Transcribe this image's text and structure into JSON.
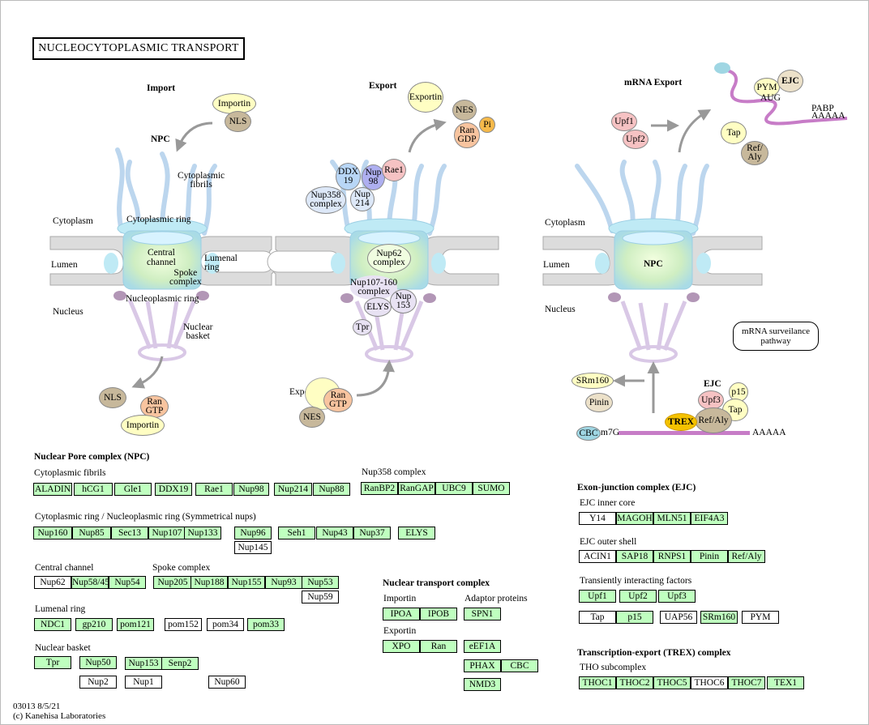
{
  "title": "NUCLEOCYTOPLASMIC TRANSPORT",
  "diagram": {
    "import": {
      "header": "Import",
      "npc": "NPC",
      "cytoplasmic_fibrils": "Cytoplasmic\nfibrils",
      "cytoplasm": "Cytoplasm",
      "cytoplasmic_ring": "Cytoplasmic ring",
      "lumen": "Lumen",
      "central_channel": "Central\nchannel",
      "lumenal_ring": "Lumenal\nring",
      "spoke_complex": "Spoke\ncomplex",
      "nucleoplasmic_ring": "Nucleoplasmic ring",
      "nucleus": "Nucleus",
      "nuclear_basket": "Nuclear\nbasket",
      "importin_top": "Importin",
      "nls_top": "NLS",
      "nls_bottom": "NLS",
      "ran_gtp_bottom": "Ran\nGTP",
      "importin_bottom": "Importin"
    },
    "export": {
      "header": "Export",
      "exportin_top": "Exportin",
      "nes_top": "NES",
      "ran_gdp": "Ran\nGDP",
      "pi": "Pi",
      "ddx19": "DDX\n19",
      "nup98": "Nup\n98",
      "rae1": "Rae1",
      "nup358": "Nup358\ncomplex",
      "nup214": "Nup\n214",
      "nup62": "Nup62\ncomplex",
      "nup107": "Nup107-160\ncomplex",
      "elys": "ELYS",
      "nup153": "Nup\n153",
      "tpr": "Tpr",
      "exportin_bottom": "Exportin",
      "ran_gtp": "Ran\nGTP",
      "nes_bottom": "NES"
    },
    "mrna": {
      "header": "mRNA Export",
      "upf1": "Upf1",
      "upf2": "Upf2",
      "pym": "PYM",
      "ejc_top": "EJC",
      "aug": "AUG",
      "pabp": "PABP",
      "aaaaa_top": "AAAAA",
      "tap_top": "Tap",
      "ref_aly_top": "Ref/\nAly",
      "cytoplasm": "Cytoplasm",
      "lumen": "Lumen",
      "npc": "NPC",
      "nucleus": "Nucleus",
      "surveillance": "mRNA surveilance\npathway",
      "srm160": "SRm160",
      "pinin": "Pinin",
      "ejc_bottom": "EJC",
      "upf3": "Upf3",
      "p15": "p15",
      "tap_bottom": "Tap",
      "trex": "TREX",
      "ref_aly_bottom": "Ref/Aly",
      "cbc": "CBC",
      "m7g": "m7G",
      "aaaaa_bottom": "AAAAA"
    }
  },
  "npc_section": {
    "title": "Nuclear Pore complex (NPC)",
    "cytoplasmic_fibrils": {
      "label": "Cytoplasmic fibrils",
      "genes": [
        "ALADIN",
        "hCG1",
        "Gle1",
        "DDX19",
        "Rae1",
        "Nup98",
        "Nup214",
        "Nup88"
      ]
    },
    "nup358_complex": {
      "label": "Nup358 complex",
      "genes": [
        "RanBP2",
        "RanGAP",
        "UBC9",
        "SUMO"
      ]
    },
    "rings": {
      "label": "Cytoplasmic ring / Nucleoplasmic ring (Symmetrical nups)",
      "genes": [
        "Nup160",
        "Nup85",
        "Sec13",
        "Nup107",
        "Nup133",
        "Nup96",
        "Nup145",
        "Seh1",
        "Nup43",
        "Nup37",
        "ELYS"
      ]
    },
    "central_channel": {
      "label": "Central channel",
      "genes": [
        "Nup62",
        "Nup58/45",
        "Nup54"
      ]
    },
    "spoke_complex": {
      "label": "Spoke complex",
      "genes": [
        "Nup205",
        "Nup188",
        "Nup155",
        "Nup93",
        "Nup53",
        "Nup59"
      ]
    },
    "lumenal_ring": {
      "label": "Lumenal ring",
      "genes": [
        "NDC1",
        "gp210",
        "pom121",
        "pom152",
        "pom34",
        "pom33"
      ]
    },
    "nuclear_basket": {
      "label": "Nuclear basket",
      "genes": [
        "Tpr",
        "Nup50",
        "Nup153",
        "Senp2",
        "Nup2",
        "Nup1",
        "Nup60"
      ]
    }
  },
  "transport_section": {
    "title": "Nuclear transport complex",
    "importin": {
      "label": "Importin",
      "genes": [
        "IPOA",
        "IPOB"
      ]
    },
    "adaptor": {
      "label": "Adaptor proteins",
      "genes": [
        "SPN1",
        "eEF1A",
        "PHAX",
        "CBC",
        "NMD3"
      ]
    },
    "exportin": {
      "label": "Exportin",
      "genes": [
        "XPO",
        "Ran"
      ]
    }
  },
  "ejc_section": {
    "title": "Exon-junction complex (EJC)",
    "inner": {
      "label": "EJC inner core",
      "genes": [
        "Y14",
        "MAGOH",
        "MLN51",
        "EIF4A3"
      ]
    },
    "outer": {
      "label": "EJC outer shell",
      "genes": [
        "ACIN1",
        "SAP18",
        "RNPS1",
        "Pinin",
        "Ref/Aly"
      ]
    },
    "transient": {
      "label": "Transiently interacting factors",
      "genes": [
        "Upf1",
        "Upf2",
        "Upf3",
        "Tap",
        "p15",
        "UAP56",
        "SRm160",
        "PYM"
      ]
    }
  },
  "trex_section": {
    "title": "Transcription-export (TREX) complex",
    "tho": {
      "label": "THO subcomplex",
      "genes": [
        "THOC1",
        "THOC2",
        "THOC5",
        "THOC6",
        "THOC7",
        "TEX1"
      ]
    }
  },
  "footer": {
    "id": "03013 8/5/21",
    "copyright": "(c) Kanehisa Laboratories"
  },
  "colors": {
    "gene_green": "#bfffbf",
    "nucleus_membrane": "#dcdcdc",
    "pore_cyan": "#bfeaf5",
    "fibril": "#b9d3ee",
    "basket": "#d9c8e6",
    "mrna": "#c77cc7",
    "arrow": "#999999"
  }
}
